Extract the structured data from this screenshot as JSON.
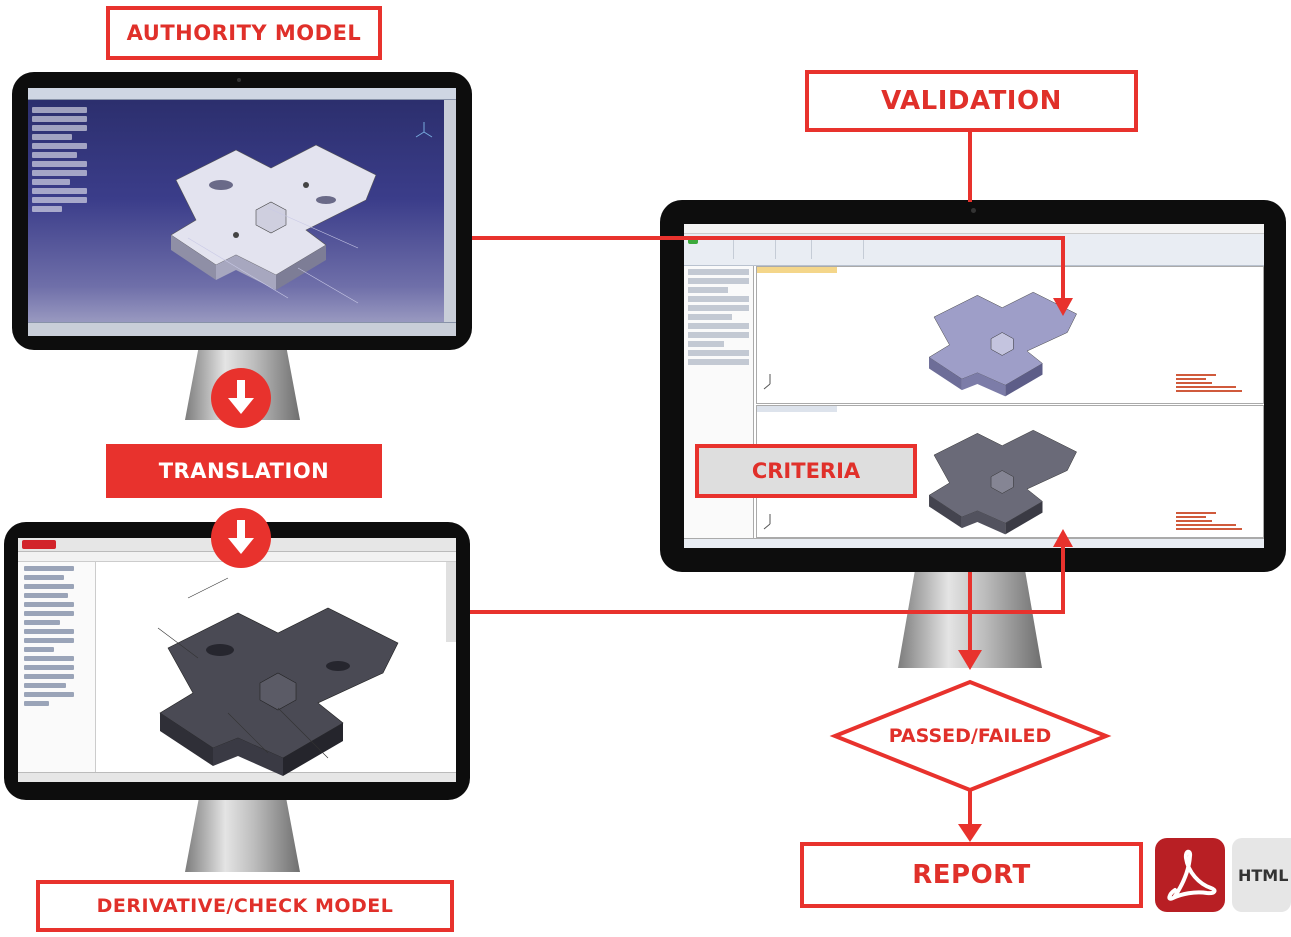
{
  "labels": {
    "authority_model": "AUTHORITY MODEL",
    "validation": "VALIDATION",
    "translation": "TRANSLATION",
    "criteria": "CRITERIA",
    "passed_failed": "PASSED/FAILED",
    "report": "REPORT",
    "derivative_model": "DERIVATIVE/CHECK MODEL"
  },
  "report_formats": {
    "pdf_icon": "pdf-icon",
    "html": "HTML"
  },
  "colors": {
    "accent_red": "#e8322d",
    "monitor_black": "#0d0d0d",
    "criteria_fill": "#dedede"
  },
  "icons": {
    "down_arrow": "arrow-down-circle-icon",
    "pdf": "acrobat-pdf-icon",
    "html": "html-file-icon"
  }
}
